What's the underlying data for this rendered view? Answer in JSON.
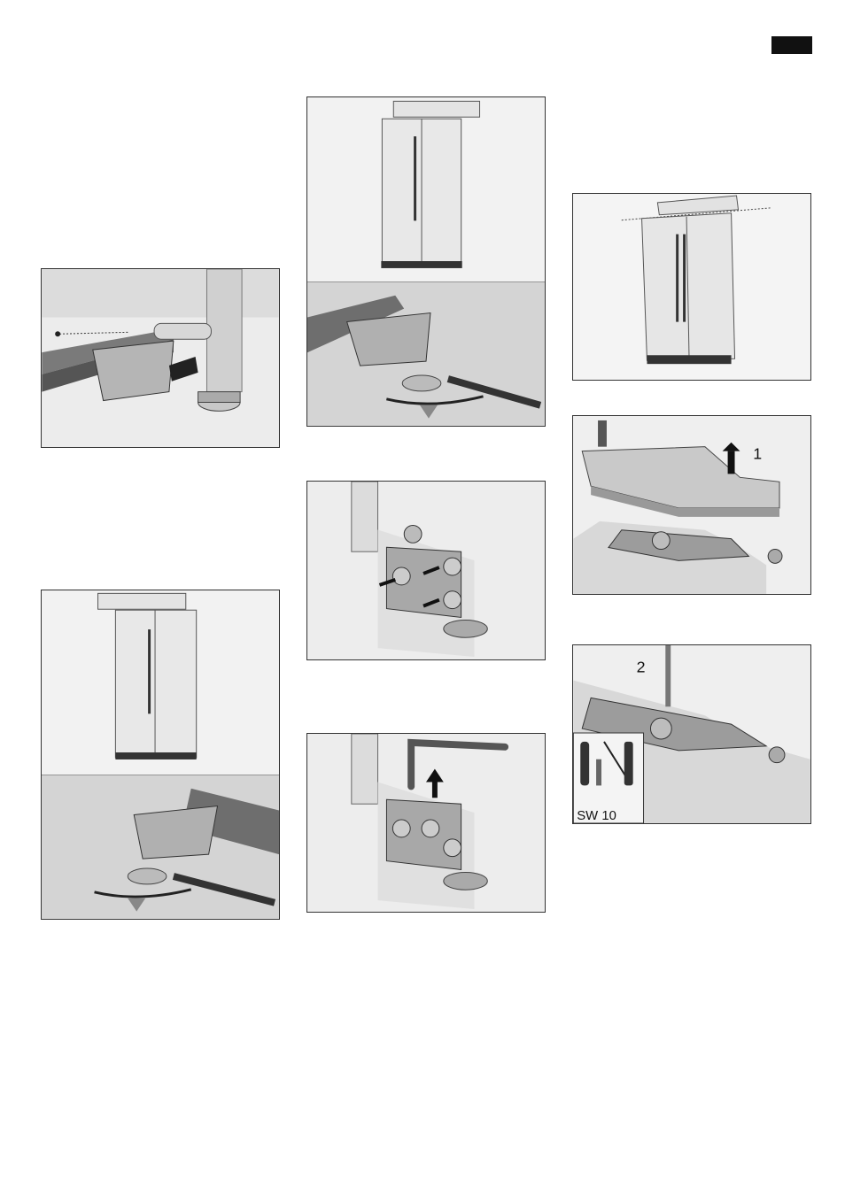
{
  "page": {
    "tab_color": "#111111"
  },
  "figures": {
    "fig_base_panel": {
      "icon": "plinth-removal-illustration"
    },
    "fig_fridge_top_middle": {
      "icon": "fridge-level-adjust-illustration"
    },
    "fig_fridge_tilted": {
      "icon": "fridge-tilt-illustration"
    },
    "fig_hinge_screws": {
      "icon": "hinge-screws-illustration"
    },
    "fig_cover_lift": {
      "icon": "hinge-cover-lift-illustration",
      "callout": "1"
    },
    "fig_fridge_left": {
      "icon": "fridge-foot-adjust-illustration"
    },
    "fig_hinge_hexkey": {
      "icon": "hex-key-adjust-illustration"
    },
    "fig_hinge_nut": {
      "icon": "hinge-nut-illustration",
      "callout": "2",
      "tool_label": "SW 10"
    }
  }
}
